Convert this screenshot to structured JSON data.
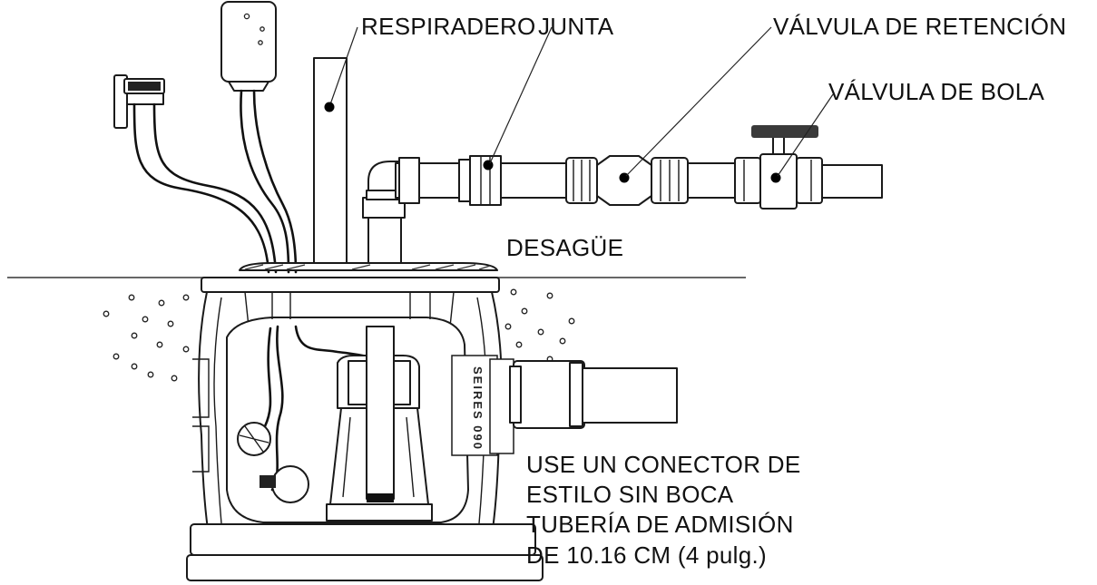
{
  "labels": {
    "vent": "RESPIRADERO",
    "union": "JUNTA",
    "check_valve": "VÁLVULA DE RETENCIÓN",
    "ball_valve": "VÁLVULA DE BOLA",
    "discharge": "DESAGÜE",
    "inlet_note": [
      "USE UN CONECTOR DE",
      "ESTILO SIN BOCA",
      "TUBERÍA DE ADMISIÓN",
      "DE 10.16 CM (4 pulg.)"
    ],
    "basin_brand": "SEIRES 090"
  }
}
